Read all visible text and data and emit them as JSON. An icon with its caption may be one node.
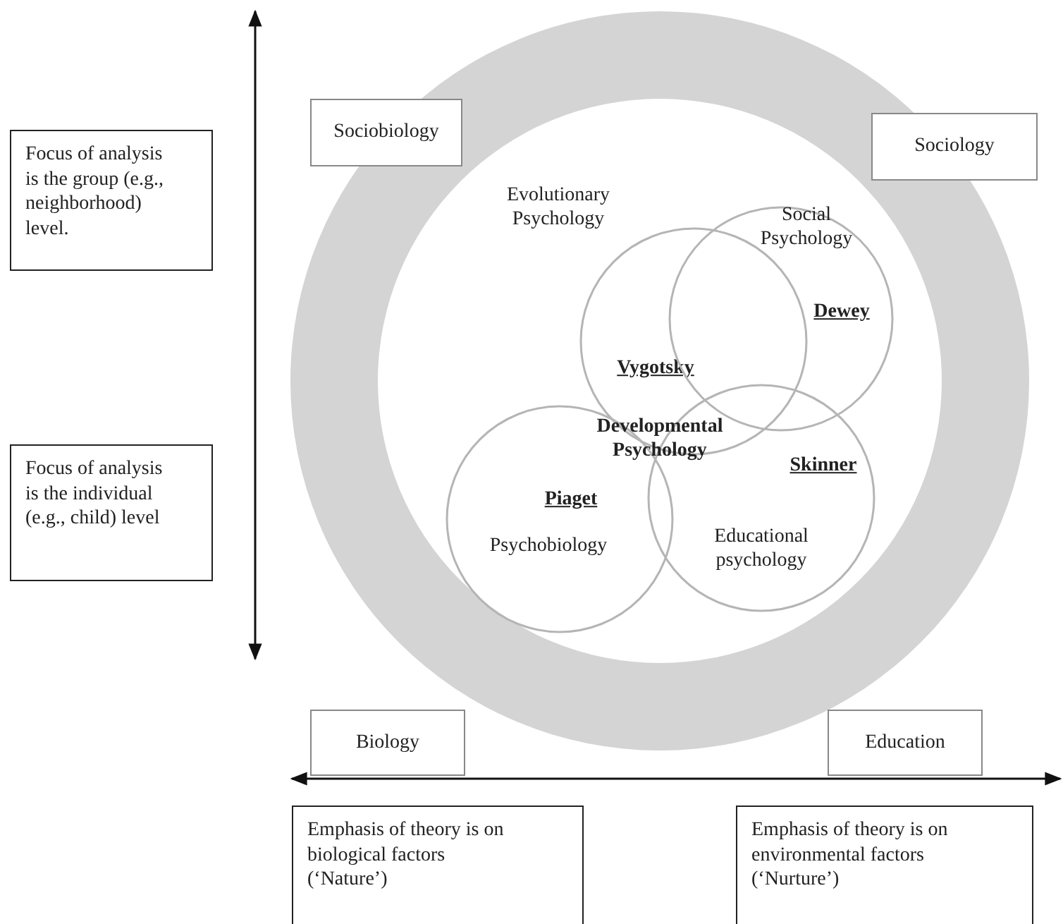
{
  "diagram": {
    "nodes": [
      {
        "text": [
          "Sociobiology"
        ]
      },
      {
        "text": [
          "Sociology"
        ]
      },
      {
        "text": [
          "Focus of analysis is the group (e.g., neighborhood) level."
        ]
      },
      {
        "text": [
          "Vygotsky"
        ]
      },
      {
        "text": [
          "Social Psychology",
          "Dewey"
        ]
      },
      {
        "text": [
          "Piaget",
          "Psychobiology"
        ]
      },
      {
        "text": [
          "Skinner",
          "Educational psychology"
        ]
      },
      {
        "text": [
          "Focus of analysis is the individual (e.g., child) level"
        ]
      },
      {
        "text": [
          "Biology"
        ]
      },
      {
        "text": [
          "Education"
        ]
      },
      {
        "text": [
          "Emphasis of theory is on biological factors (‘Nature’)"
        ]
      },
      {
        "text": [
          "Emphasis of theory is on environmental factors (‘Nurture’)"
        ]
      }
    ],
    "edges": [],
    "labels": [
      "Evolutionary Psychology",
      "Developmental Psychology"
    ]
  }
}
